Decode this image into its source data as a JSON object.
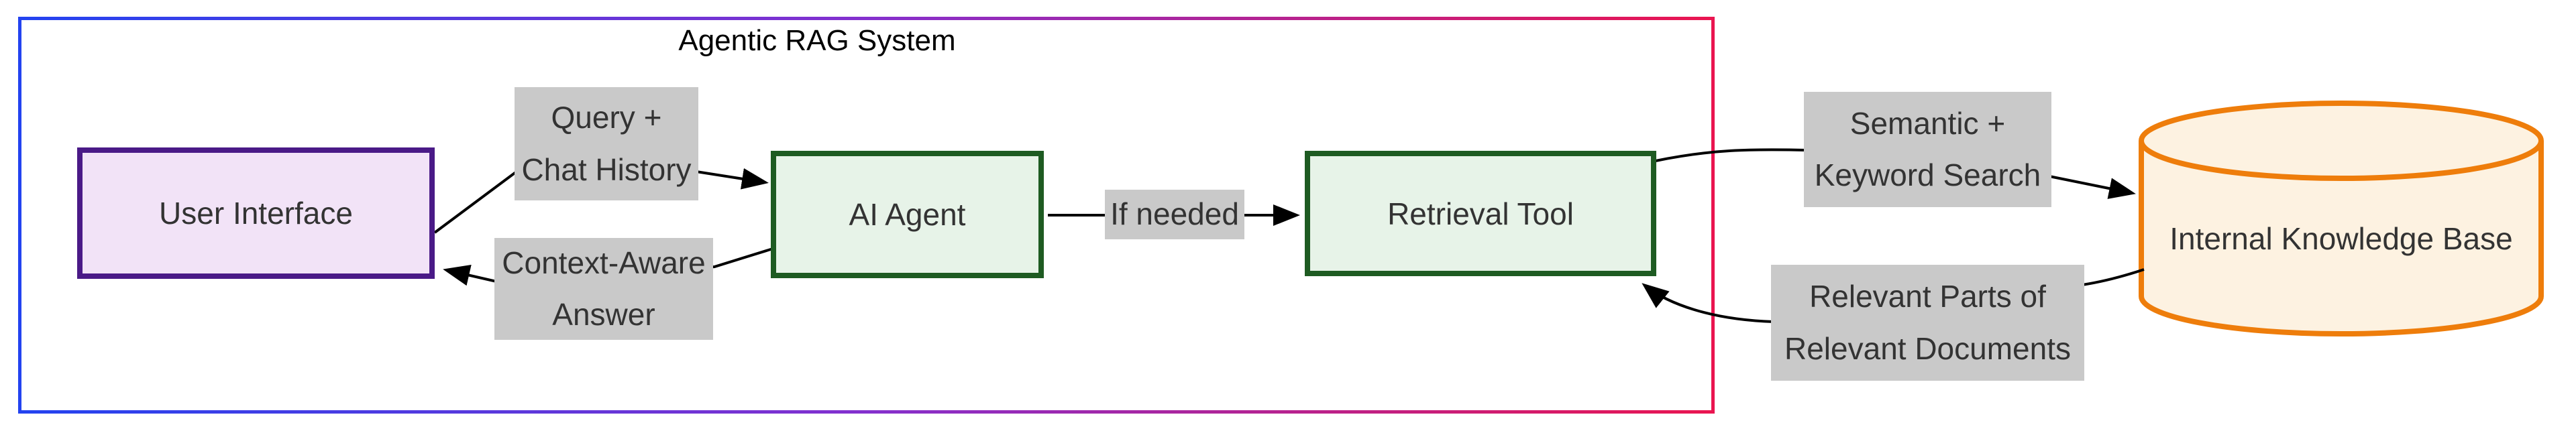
{
  "diagram": {
    "title": "Agentic RAG System",
    "nodes": {
      "user_interface": {
        "label": "User Interface"
      },
      "ai_agent": {
        "label": "AI Agent"
      },
      "retrieval_tool": {
        "label": "Retrieval Tool"
      },
      "knowledge_base": {
        "label": "Internal Knowledge Base"
      }
    },
    "edge_labels": {
      "query_chat": "Query +\nChat History",
      "context_answer": "Context-Aware\nAnswer",
      "if_needed": "If needed",
      "semantic_search": "Semantic +\nKeyword Search",
      "relevant_parts": "Relevant Parts of\nRelevant Documents"
    },
    "edges": [
      {
        "from": "user_interface",
        "to": "ai_agent",
        "label": "Query + Chat History"
      },
      {
        "from": "ai_agent",
        "to": "user_interface",
        "label": "Context-Aware Answer"
      },
      {
        "from": "ai_agent",
        "to": "retrieval_tool",
        "label": "If needed"
      },
      {
        "from": "retrieval_tool",
        "to": "knowledge_base",
        "label": "Semantic + Keyword Search"
      },
      {
        "from": "knowledge_base",
        "to": "retrieval_tool",
        "label": "Relevant Parts of Relevant Documents"
      }
    ],
    "colors": {
      "container_border_start": "#2343F0",
      "container_border_mid": "#8430CE",
      "container_border_end": "#EA1550",
      "purple_border": "#4A1A87",
      "purple_fill": "#F2E3F7",
      "green_border": "#1E5B22",
      "green_fill": "#E7F3E8",
      "orange_border": "#EE7D0B",
      "orange_fill": "#FDF2E1",
      "label_bg": "#C9C9C9",
      "edge_color": "#000000",
      "text_color": "#333333"
    }
  }
}
